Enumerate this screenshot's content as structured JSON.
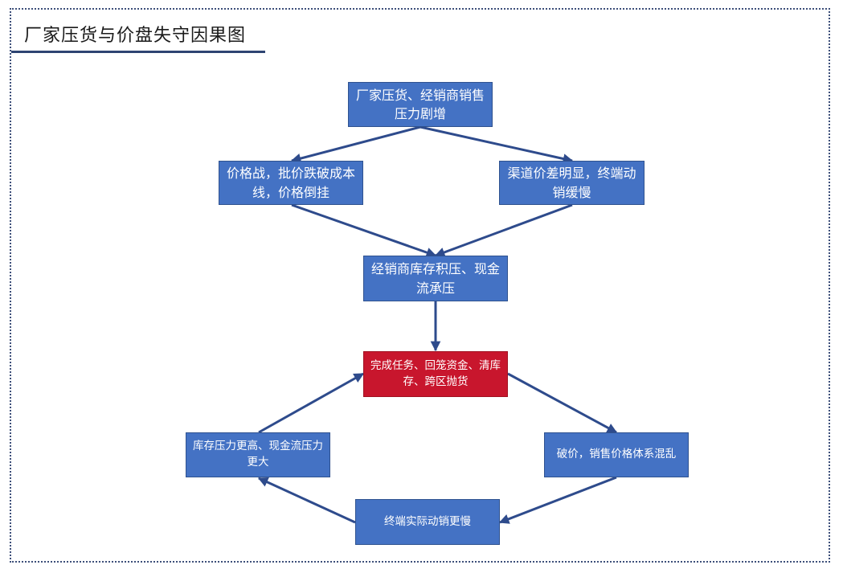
{
  "title": "厂家压货与价盘失守因果图",
  "nodes": {
    "top": "厂家压货、经销商销售压力剧增",
    "left": "价格战，批价跌破成本线，价格倒挂",
    "right": "渠道价差明显，终端动销缓慢",
    "middle": "经销商库存积压、现金流承压",
    "center": "完成任务、回笼资金、清库存、跨区抛货",
    "cycle_right": "破价，销售价格体系混乱",
    "cycle_bottom": "终端实际动销更慢",
    "cycle_left": "库存压力更高、现金流压力更大"
  },
  "colors": {
    "box_fill": "#4472c4",
    "box_border": "#2f528f",
    "highlight_fill": "#c8162d",
    "arrow": "#2e4b8c",
    "frame": "#3d4f7a"
  },
  "edges": [
    [
      "top",
      "left"
    ],
    [
      "top",
      "right"
    ],
    [
      "left",
      "middle"
    ],
    [
      "right",
      "middle"
    ],
    [
      "middle",
      "center"
    ],
    [
      "center",
      "cycle_right"
    ],
    [
      "cycle_right",
      "cycle_bottom"
    ],
    [
      "cycle_bottom",
      "cycle_left"
    ],
    [
      "cycle_left",
      "center"
    ]
  ]
}
